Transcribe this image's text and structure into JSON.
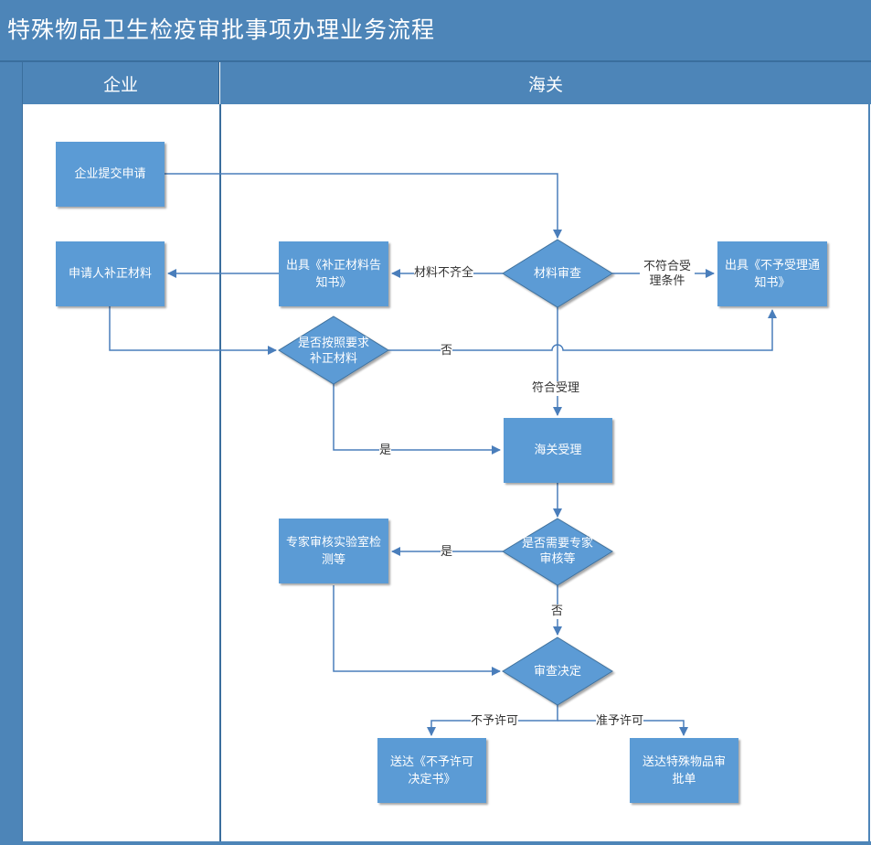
{
  "title": "特殊物品卫生检疫审批事项办理业务流程",
  "lanes": {
    "enterprise": "企业",
    "customs": "海关"
  },
  "colors": {
    "header": "#4d85b8",
    "node": "#5b9bd5",
    "line": "#4a7ebb"
  },
  "nodes": {
    "submit": "企业提交申请",
    "supplement": "申请人补正材料",
    "notice_supplement": "出具《补正材料告知书》",
    "review": "材料审查",
    "notice_reject": "出具《不予受理通知书》",
    "check_supplement": "是否按照要求补正材料",
    "accept": "海关受理",
    "need_expert": "是否需要专家审核等",
    "expert": "专家审核实验室检测等",
    "decision": "审查决定",
    "deny_doc": "送达《不予许可决定书》",
    "approve_doc": "送达特殊物品审批单"
  },
  "edge_labels": {
    "incomplete": "材料不齐全",
    "not_meet": "不符合受理条件",
    "no": "否",
    "meet": "符合受理",
    "yes_accept": "是",
    "yes_expert": "是",
    "no_expert": "否",
    "deny": "不予许可",
    "approve": "准予许可"
  }
}
